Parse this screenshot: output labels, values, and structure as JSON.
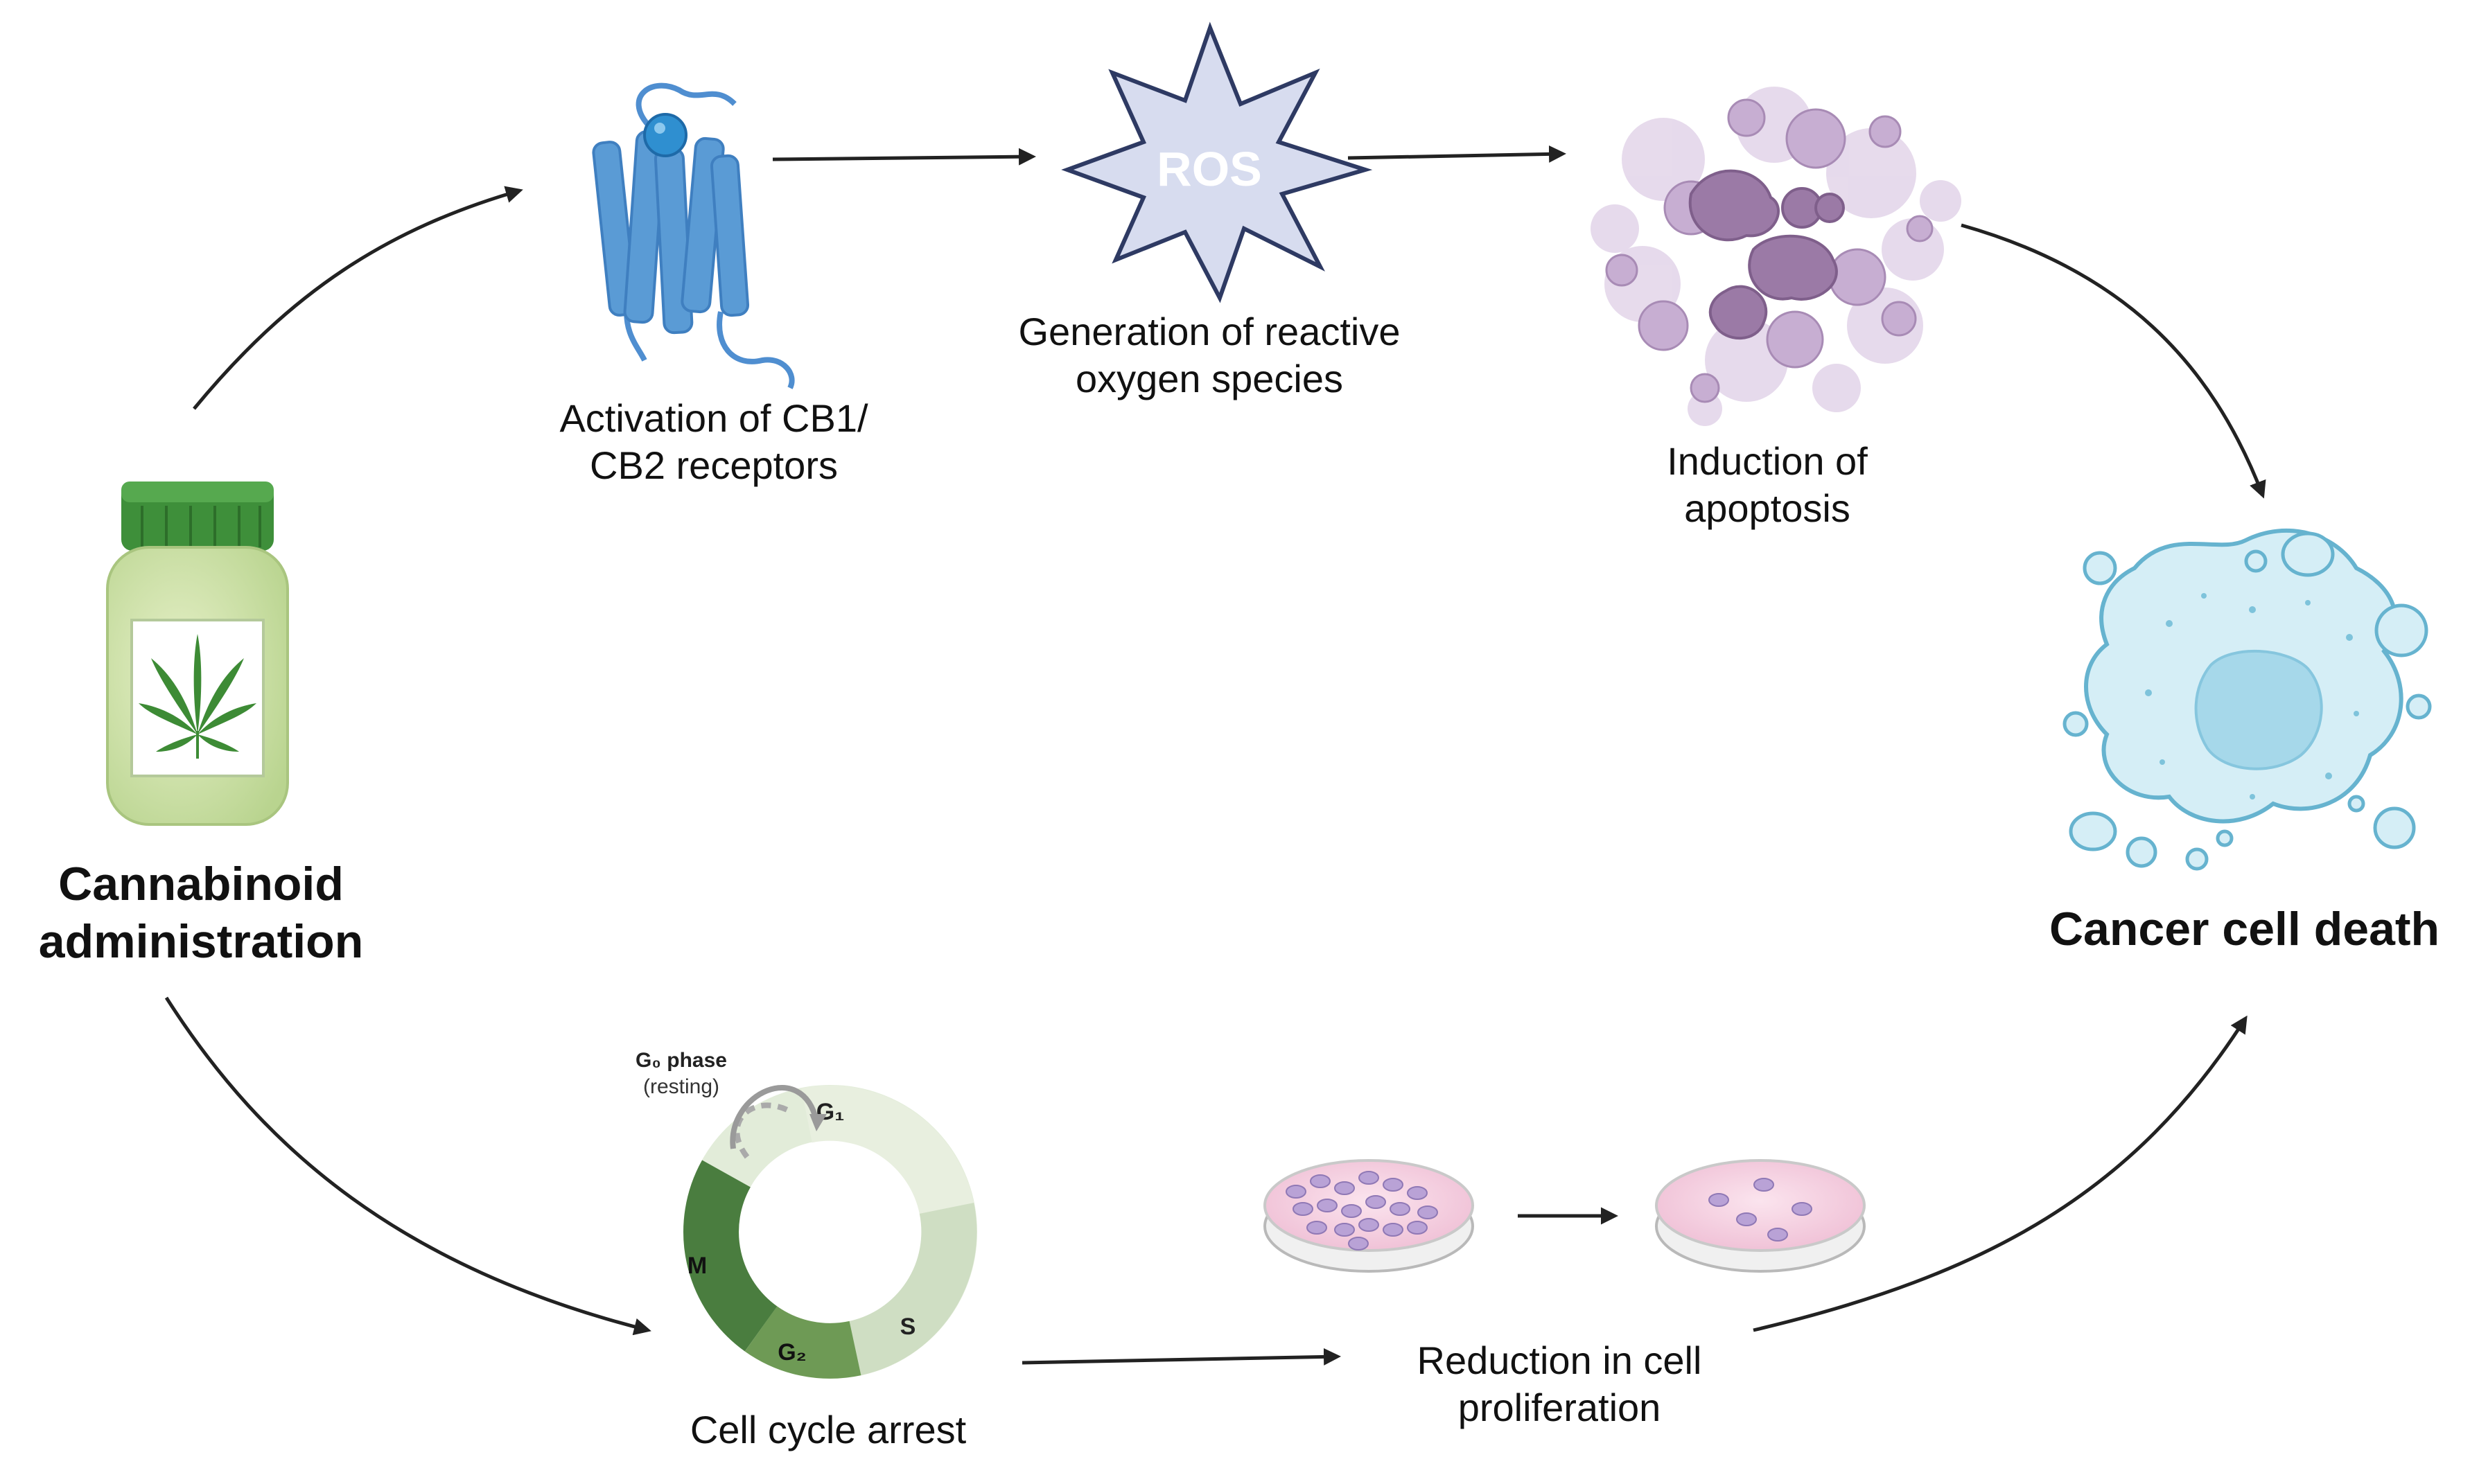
{
  "nodes": {
    "cannabinoid": {
      "line1": "Cannabinoid",
      "line2": "administration"
    },
    "receptor": {
      "line1": "Activation of CB1/",
      "line2": "CB2 receptors"
    },
    "ros": {
      "icon_text": "ROS",
      "line1": "Generation of reactive",
      "line2": "oxygen species"
    },
    "apoptosis": {
      "line1": "Induction of",
      "line2": "apoptosis"
    },
    "death": {
      "line1": "Cancer cell death"
    },
    "cell_cycle": {
      "label": "Cell cycle arrest",
      "g0_label": "G₀ phase",
      "g0_sub": "(resting)",
      "phases": [
        "G₁",
        "S",
        "G₂",
        "M"
      ]
    },
    "proliferation": {
      "line1": "Reduction in cell",
      "line2": "proliferation"
    }
  },
  "icons": {
    "bottle": "cannabis-bottle-icon",
    "receptor": "gpcr-receptor-icon",
    "ros": "ros-starburst-icon",
    "apoptosis": "apoptotic-cell-icon",
    "death": "dying-cell-icon",
    "cycle": "cell-cycle-ring-icon",
    "dish": "petri-dish-icon"
  },
  "colors": {
    "bottle_green": "#3e8f3a",
    "receptor_blue": "#5a9bd5",
    "ros_fill": "#d7dcef",
    "apoptosis_purple": "#9b7aa6",
    "death_blue": "#bfe3ef",
    "cycle_light": "#dce9d2",
    "cycle_dark": "#4a7d3f",
    "dish_pink": "#f2c9dc",
    "arrow": "#222222"
  }
}
